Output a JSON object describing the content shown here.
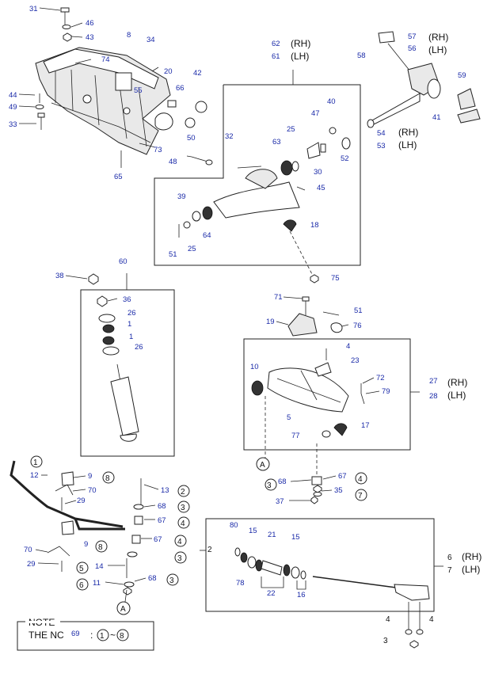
{
  "callouts": {
    "n1": "31",
    "n2": "46",
    "n3": "43",
    "n4": "74",
    "n5": "8",
    "n6": "34",
    "n7": "20",
    "n8": "42",
    "n9": "66",
    "n10": "55",
    "n11": "44",
    "n12": "49",
    "n13": "33",
    "n14": "50",
    "n15": "73",
    "n16": "48",
    "n17": "65",
    "n18": "62",
    "n19": "61",
    "n20": "32",
    "n21": "25",
    "n22": "47",
    "n23": "40",
    "n24": "63",
    "n25": "52",
    "n26": "30",
    "n27": "45",
    "n28": "39",
    "n29": "64",
    "n30": "18",
    "n31": "25",
    "n32": "51",
    "n33": "75",
    "n34": "57",
    "n35": "56",
    "n36": "58",
    "n37": "59",
    "n38": "41",
    "n39": "54",
    "n40": "53",
    "n41": "60",
    "n42": "38",
    "n43": "36",
    "n44": "26",
    "n45": "1",
    "n46": "1",
    "n47": "26",
    "n48": "71",
    "n49": "51",
    "n50": "19",
    "n51": "76",
    "n52": "4",
    "n53": "23",
    "n54": "10",
    "n55": "72",
    "n56": "79",
    "n57": "27",
    "n58": "28",
    "n59": "5",
    "n60": "17",
    "n61": "77",
    "n62": "12",
    "n63": "9",
    "n64": "70",
    "n65": "29",
    "n66": "13",
    "n67": "68",
    "n68": "67",
    "n69": "9",
    "n70": "70",
    "n71": "29",
    "n72": "67",
    "n73": "14",
    "n74": "68",
    "n75": "11",
    "n76": "68",
    "n77": "67",
    "n78": "35",
    "n79": "37",
    "n80": "80",
    "n81": "15",
    "n82": "21",
    "n83": "15",
    "n84": "2",
    "n85": "78",
    "n86": "22",
    "n87": "16",
    "n88": "6",
    "n89": "7",
    "n90": "4",
    "n91": "4",
    "n92": "3",
    "n93": "69"
  },
  "side": {
    "rh1": "(RH)",
    "lh1": "(LH)",
    "rh2": "(RH)",
    "lh2": "(LH)",
    "rh3": "(RH)",
    "lh3": "(LH)",
    "rh4": "(RH)",
    "lh4": "(LH)",
    "rh5": "(RH)",
    "lh5": "(LH)"
  },
  "circled": {
    "c1": "1",
    "c2": "8",
    "c3": "2",
    "c4": "3",
    "c5": "4",
    "c6": "8",
    "c7": "3",
    "c8": "5",
    "c9": "6",
    "c10": "3",
    "c11": "3",
    "c12": "4",
    "c13": "7",
    "c14": "1",
    "c15": "8"
  },
  "big": {
    "b1": "3",
    "b2": "5",
    "b3": "6"
  },
  "refs": {
    "a1": "A",
    "a2": "A"
  },
  "note": {
    "title": "NOTE",
    "body": "THE NC",
    "sep": ":",
    "tilde": "~"
  }
}
